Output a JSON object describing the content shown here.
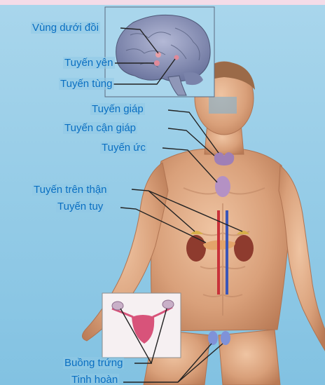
{
  "labels": {
    "hypothalamus": "Vùng dưới đồi",
    "pituitary": "Tuyến yên",
    "pineal": "Tuyến tùng",
    "thyroid": "Tuyến giáp",
    "parathyroid": "Tuyến cận giáp",
    "thymus": "Tuyến ức",
    "adrenal": "Tuyến trên thận",
    "pancreas": "Tuyến tuy",
    "ovaries": "Buồng trứng",
    "testes": "Tinh hoàn"
  },
  "colors": {
    "label_text": "#0a6fc2",
    "background": "#8fc9e6",
    "skin": "#dba683",
    "brain": "#8a92b6",
    "gland_purple": "#8a6fa4",
    "leader_line": "#222222"
  }
}
